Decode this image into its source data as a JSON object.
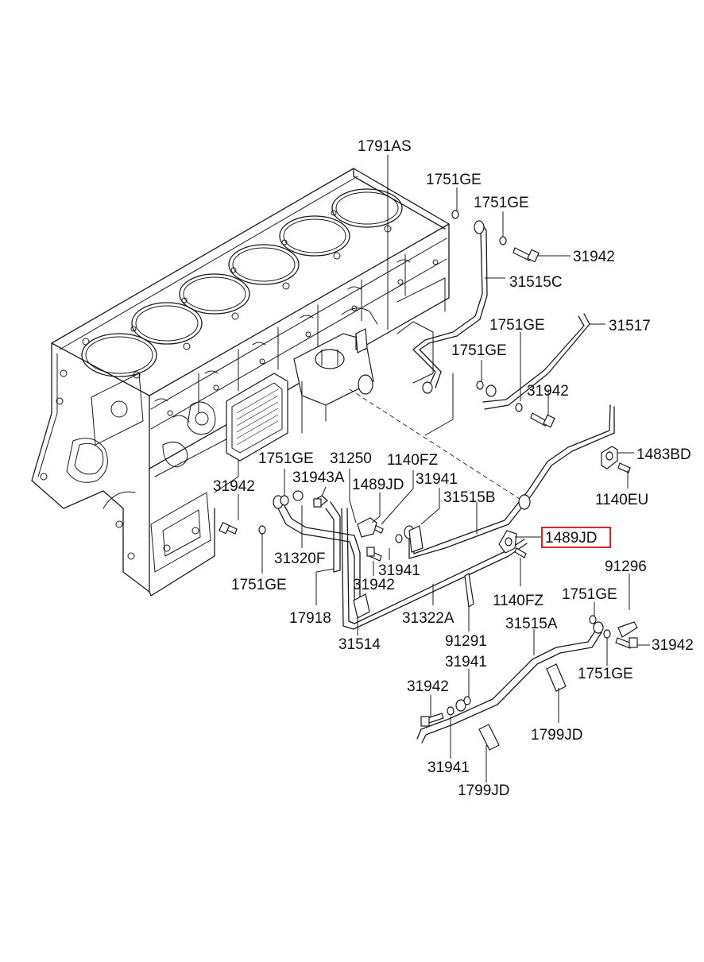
{
  "diagram": {
    "labels": {
      "l_1791AS": "1791AS",
      "l_1751GE_a": "1751GE",
      "l_1751GE_b": "1751GE",
      "l_31942_a": "31942",
      "l_31515C": "31515C",
      "l_1751GE_c": "1751GE",
      "l_31517": "31517",
      "l_1751GE_d": "1751GE",
      "l_31942_b": "31942",
      "l_1483BD": "1483BD",
      "l_1140EU": "1140EU",
      "l_1751GE_e": "1751GE",
      "l_31250": "31250",
      "l_1140FZ_a": "1140FZ",
      "l_31943A": "31943A",
      "l_1489JD_a": "1489JD",
      "l_31941_a": "31941",
      "l_31942_c": "31942",
      "l_31515B": "31515B",
      "l_1489JD_hl": "1489JD",
      "l_31320F": "31320F",
      "l_31941_b": "31941",
      "l_1751GE_f": "1751GE",
      "l_31942_d": "31942",
      "l_91296": "91296",
      "l_1140FZ_b": "1140FZ",
      "l_1751GE_g": "1751GE",
      "l_17918": "17918",
      "l_31322A": "31322A",
      "l_31515A": "31515A",
      "l_31942_e": "31942",
      "l_31514": "31514",
      "l_91291": "91291",
      "l_1751GE_h": "1751GE",
      "l_31941_c": "31941",
      "l_31942_f": "31942",
      "l_1799JD_a": "1799JD",
      "l_31941_d": "31941",
      "l_1799JD_b": "1799JD"
    },
    "highlight_color": "#d9262b",
    "line_color": "#1a1a1a"
  }
}
